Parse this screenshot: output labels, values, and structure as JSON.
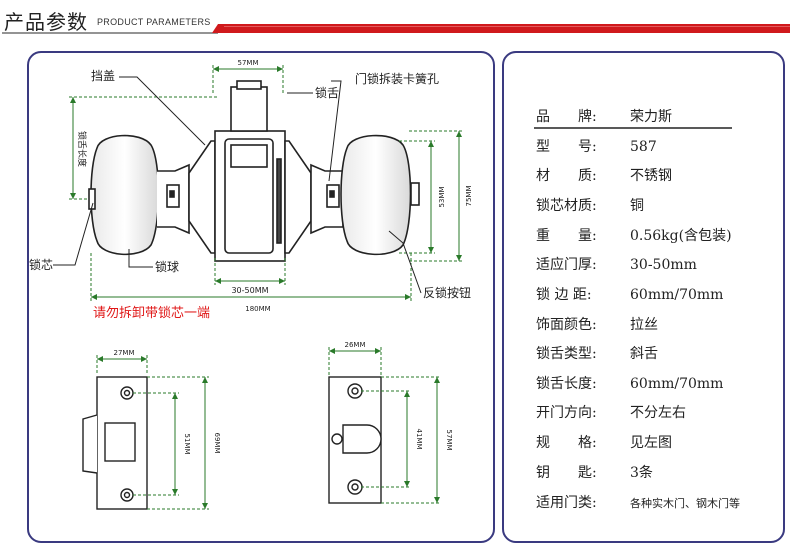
{
  "header": {
    "title": "产品参数",
    "subtitle": "PRODUCT PARAMETERS",
    "accent_color": "#d0191c"
  },
  "diagram": {
    "labels": {
      "dang_gai": "挡盖",
      "suo_she": "锁舌",
      "kong": "门锁拆装卡簧孔",
      "suo_she_chang_du": "锁舌长度",
      "suo_xin": "锁芯",
      "suo_qiu": "锁球",
      "fan_suo": "反锁按钮",
      "warning": "请勿拆卸带锁芯一端"
    },
    "dims": {
      "d57_top": "57MM",
      "d53": "53MM",
      "d75": "75MM",
      "d3050": "30-50MM",
      "d180": "180MM",
      "d27": "27MM",
      "d51": "51MM",
      "d69": "69MM",
      "d26": "26MM",
      "d41": "41MM",
      "d57_right": "57MM"
    },
    "warning_color": "#e01818",
    "dim_color": "#2a7a2a"
  },
  "specs": [
    {
      "label": "品　　牌:",
      "value": "荣力斯"
    },
    {
      "label": "型　　号:",
      "value": "587"
    },
    {
      "label": "材　　质:",
      "value": "不锈钢"
    },
    {
      "label": "锁芯材质:",
      "value": "铜"
    },
    {
      "label": "重　　量:",
      "value": "0.56kg(含包装)"
    },
    {
      "label": "适应门厚:",
      "value": "30-50mm"
    },
    {
      "label": "锁 边 距:",
      "value": "60mm/70mm"
    },
    {
      "label": "饰面颜色:",
      "value": "拉丝"
    },
    {
      "label": "锁舌类型:",
      "value": "斜舌"
    },
    {
      "label": "锁舌长度:",
      "value": "60mm/70mm"
    },
    {
      "label": "开门方向:",
      "value": "不分左右"
    },
    {
      "label": "规　　格:",
      "value": "见左图"
    },
    {
      "label": "钥　　匙:",
      "value": "3条"
    },
    {
      "label": "适用门类:",
      "value": "各种实木门、钢木门等"
    }
  ]
}
